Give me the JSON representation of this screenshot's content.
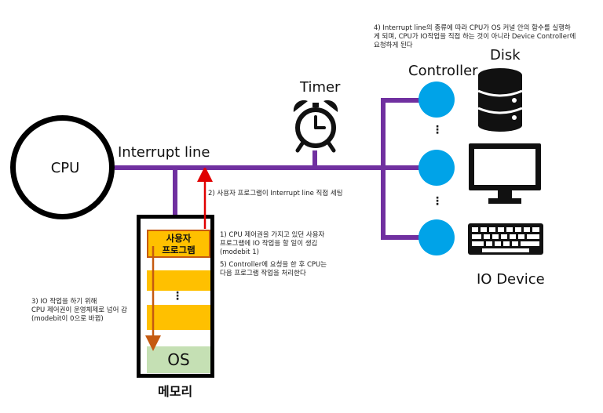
{
  "cpu": {
    "label": "CPU"
  },
  "interrupt_line": {
    "label": "Interrupt line"
  },
  "timer": {
    "label": "Timer",
    "icon": "alarm-clock-icon"
  },
  "controller": {
    "label": "Controller",
    "color": "#00a3e8",
    "count": 3
  },
  "devices": {
    "group_label": "IO Device",
    "disk_label": "Disk",
    "icons": [
      "database-icon",
      "monitor-icon",
      "keyboard-icon"
    ]
  },
  "memory": {
    "label": "메모리",
    "user_program": "사용자\n프로그램",
    "os": "OS",
    "dots": "⋮"
  },
  "notes": {
    "step1": "1) CPU 제어권을 가지고 있던 사용자\n프로그램에 IO 작업을 할 일이 생김\n(modebit 1)",
    "step2": "2) 사용자 프로그램이 Interrupt line 직접 세팅",
    "step3": "3) IO 작업을 하기 위해\nCPU 제어권이 운영체제로 넘어 감\n(modebit이 0으로 바뀜)",
    "step4": "4) Interrupt line의 종류에 따라 CPU가 OS 커널 안의 함수를 실행하\n게 되며, CPU가 IO작업을 직접 하는 것이 아니라 Device Controller에\n요청하게 된다",
    "step5": "5) Controller에 요청을 한 후 CPU는\n다음 프로그램 작업을 처리한다"
  },
  "colors": {
    "bus": "#7030a0",
    "program": "#ffc000",
    "os": "#c5e0b4",
    "arrow_up": "#e00000",
    "arrow_down": "#c55a11"
  },
  "controller_dots": "⋮"
}
